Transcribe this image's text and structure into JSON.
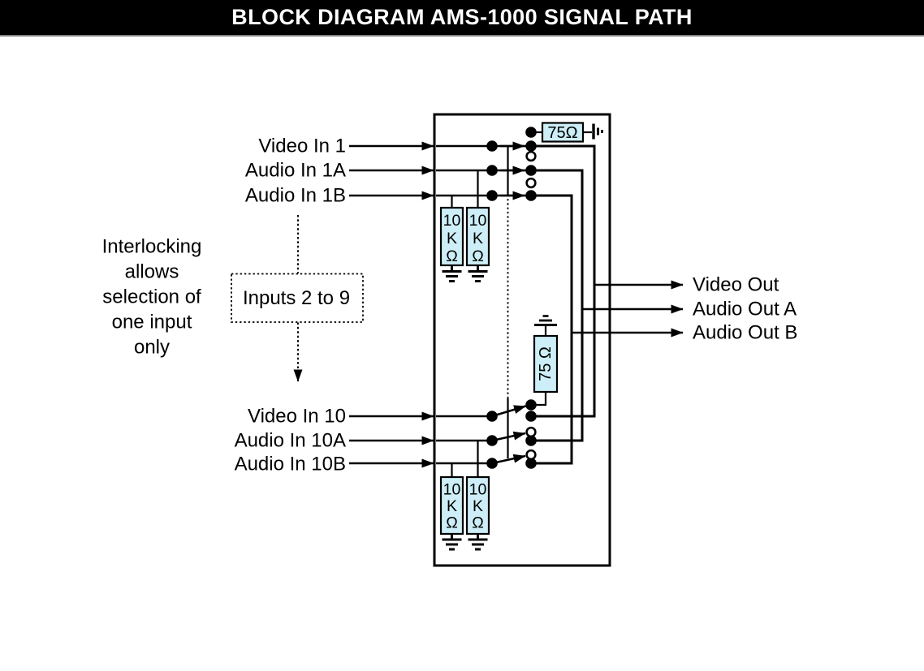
{
  "title": "BLOCK DIAGRAM AMS-1000 SIGNAL PATH",
  "side_note": {
    "line1": "Interlocking",
    "line2": "allows",
    "line3": "selection of",
    "line4": "one input",
    "line5": "only"
  },
  "inputs_group_box": {
    "label": "Inputs 2 to 9"
  },
  "inputs": {
    "top": {
      "video": "Video In 1",
      "audio_a": "Audio In 1A",
      "audio_b": "Audio In 1B"
    },
    "bottom": {
      "video": "Video In 10",
      "audio_a": "Audio In 10A",
      "audio_b": "Audio In 10B"
    }
  },
  "outputs": {
    "video": "Video Out",
    "audio_a": "Audio Out A",
    "audio_b": "Audio Out B"
  },
  "components": {
    "terminator_top": "75Ω",
    "terminator_mid": "75 Ω",
    "load_resistor": {
      "line1": "10",
      "line2": "K",
      "line3": "Ω"
    }
  },
  "colors": {
    "title_bg": "#000000",
    "title_text": "#ffffff",
    "separator": "#7f7f7f",
    "line": "#000000",
    "resistor_fill": "#cdeef7",
    "background": "#ffffff"
  }
}
